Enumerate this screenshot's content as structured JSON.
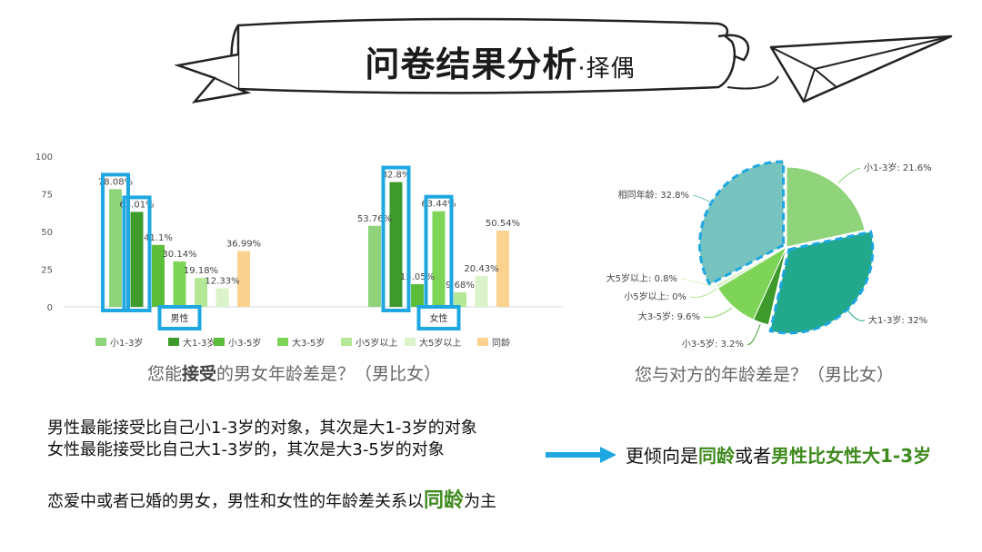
{
  "header": {
    "title": "问卷结果分析",
    "subtitle": "·择偶"
  },
  "colors": {
    "accent_blue": "#1ea7e1",
    "highlight_green": "#3f8a1e"
  },
  "chart_data": [
    {
      "type": "bar",
      "title": "",
      "caption_pre": "您能",
      "caption_bold": "接受",
      "caption_post": "的男女年龄差是？（男比女）",
      "ylim": [
        0,
        100
      ],
      "yticks": [
        "0",
        "25",
        "50",
        "75",
        "100"
      ],
      "groups": [
        "男性",
        "女性"
      ],
      "legend": [
        "小1-3岁",
        "大1-3岁",
        "小3-5岁",
        "大3-5岁",
        "小5岁以上",
        "大5岁以上",
        "同龄"
      ],
      "series_colors": [
        "#8fd37a",
        "#3d9a2b",
        "#5cbd3a",
        "#7dd457",
        "#b4e896",
        "#daf3c8",
        "#fbd28f"
      ],
      "series": [
        {
          "name": "小1-3岁",
          "values": [
            78.08,
            53.76
          ]
        },
        {
          "name": "大1-3岁",
          "values": [
            63.01,
            82.8
          ]
        },
        {
          "name": "小3-5岁",
          "values": [
            41.1,
            15.05
          ]
        },
        {
          "name": "大3-5岁",
          "values": [
            30.14,
            63.44
          ]
        },
        {
          "name": "小5岁以上",
          "values": [
            19.18,
            9.68
          ]
        },
        {
          "name": "大5岁以上",
          "values": [
            12.33,
            20.43
          ]
        },
        {
          "name": "同龄",
          "values": [
            36.99,
            50.54
          ]
        }
      ],
      "data_labels": [
        [
          "78.08%",
          "53.76%"
        ],
        [
          "63.01%",
          "82.8%"
        ],
        [
          "41.1%",
          "15.05%"
        ],
        [
          "30.14%",
          "63.44%"
        ],
        [
          "19.18%",
          "9.68%"
        ],
        [
          "12.33%",
          "20.43%"
        ],
        [
          "36.99%",
          "50.54%"
        ]
      ],
      "legend_placement": "bottom",
      "grid": false
    },
    {
      "type": "pie",
      "title": "",
      "caption": "您与对方的年龄差是？（男比女）",
      "slices": [
        {
          "label": "小1-3岁: 21.6%",
          "value": 21.6,
          "color": "#8fd37a"
        },
        {
          "label": "大1-3岁: 32%",
          "value": 32,
          "color": "#22a88a"
        },
        {
          "label": "小3-5岁: 3.2%",
          "value": 3.2,
          "color": "#3d9a2b"
        },
        {
          "label": "大3-5岁: 9.6%",
          "value": 9.6,
          "color": "#7dd457"
        },
        {
          "label": "小5岁以上: 0%",
          "value": 0,
          "color": "#b4e896"
        },
        {
          "label": "大5岁以上: 0.8%",
          "value": 0.8,
          "color": "#daf3c8"
        },
        {
          "label": "相同年龄: 32.8%",
          "value": 32.8,
          "color": "#76c3c0"
        }
      ]
    }
  ],
  "summary": {
    "line1": "男性最能接受比自己小1-3岁的对象，其次是大1-3岁的对象",
    "line2": "女性最能接受比自己大1-3岁的，其次是大3-5岁的对象",
    "line3_pre": "恋爱中或者已婚的男女，男性和女性的年龄差关系以",
    "line3_emph": "同龄",
    "line3_post": "为主"
  },
  "conclusion": {
    "pre": "更倾向是",
    "emph1": "同龄",
    "mid": "或者",
    "emph2": "男性比女性大1-3岁"
  }
}
